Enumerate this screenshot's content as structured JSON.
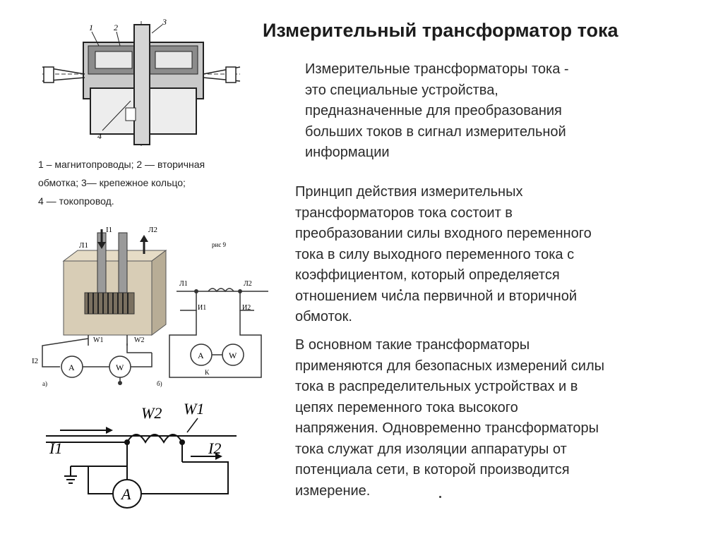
{
  "title": "Измерительный трансформатор тока",
  "intro_text": "Измерительные трансформаторы тока -\nэто специальные устройства,\nпредназначенные для преобразования\nбольших токов в сигнал измерительной\nинформации",
  "principle_text": "   Принцип действия измерительных\nтрансформаторов тока состоит в\nпреобразовании силы входного переменного\nтока в силу выходного переменного тока с\nкоэффициентом, который определяется\nотношением числа первичной и вторичной\nобмоток.",
  "usage_text": "   В основном такие трансформаторы\nприменяются для безопасных измерений силы\nтока в распределительных устройствах и в\nцепях переменного тока высокого\nнапряжения. Одновременно трансформаторы\nтока служат для изоляции аппаратуры от\nпотенциала сети, в которой производится\nизмерение.",
  "caption": "1 – магнитопроводы; 2 — вторичная\nобмотка; 3— крепежное кольцо;\n4 — токопровод.",
  "figures": {
    "top": {
      "labels": [
        "1",
        "2",
        "3",
        "4"
      ]
    },
    "middle": {
      "fig_label": "рис 9",
      "labels": [
        "I1",
        "Л1",
        "Л2",
        "I2",
        "W1",
        "W2",
        "И1",
        "И2",
        "A",
        "W",
        "K",
        "а)",
        "б)"
      ]
    },
    "bottom": {
      "labels": [
        "W2",
        "W1",
        "I1",
        "I2",
        "A"
      ]
    }
  },
  "colors": {
    "text": "#2a2a2a",
    "title": "#1c1c1c",
    "core_fill": "#d8cdb6",
    "core_dark": "#7a7060"
  }
}
